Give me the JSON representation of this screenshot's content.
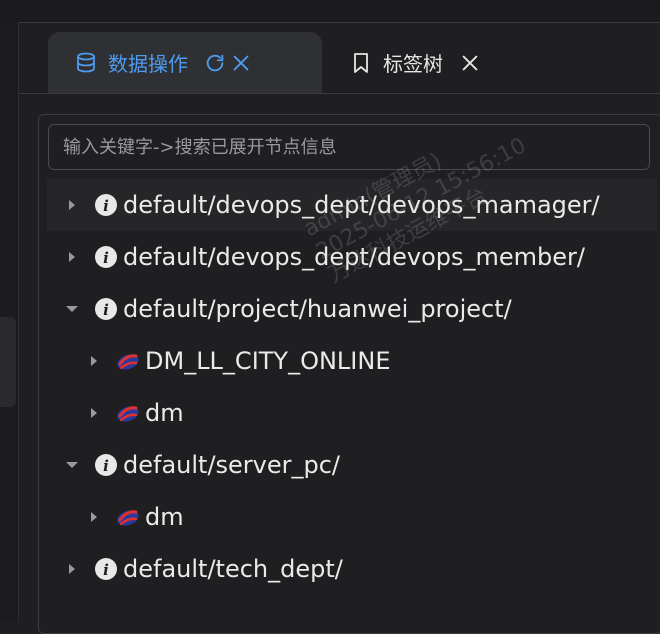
{
  "tabs": [
    {
      "label": "数据操作",
      "icon": "database-icon",
      "active": true
    },
    {
      "label": "标签树",
      "icon": "bookmark-icon",
      "active": false
    }
  ],
  "colors": {
    "accent": "#4e9bf0",
    "background": "#1f1f22",
    "tab_active_bg": "#2f3033"
  },
  "search": {
    "placeholder": "输入关键字->搜索已展开节点信息",
    "value": ""
  },
  "tree": [
    {
      "label": "default/devops_dept/devops_mamager/",
      "expanded": false,
      "icon": "info-icon"
    },
    {
      "label": "default/devops_dept/devops_member/",
      "expanded": false,
      "icon": "info-icon"
    },
    {
      "label": "default/project/huanwei_project/",
      "expanded": true,
      "icon": "info-icon",
      "children": [
        {
          "label": "DM_LL_CITY_ONLINE",
          "icon": "dm-database-icon"
        },
        {
          "label": "dm",
          "icon": "dm-database-icon"
        }
      ]
    },
    {
      "label": "default/server_pc/",
      "expanded": true,
      "icon": "info-icon",
      "children": [
        {
          "label": "dm",
          "icon": "dm-database-icon"
        }
      ]
    },
    {
      "label": "default/tech_dept/",
      "expanded": false,
      "icon": "info-icon"
    }
  ],
  "watermark": {
    "line1": "admin(管理员)",
    "line2": "2025-06-12 15:56:10",
    "line3": "万达科技运维平台"
  }
}
